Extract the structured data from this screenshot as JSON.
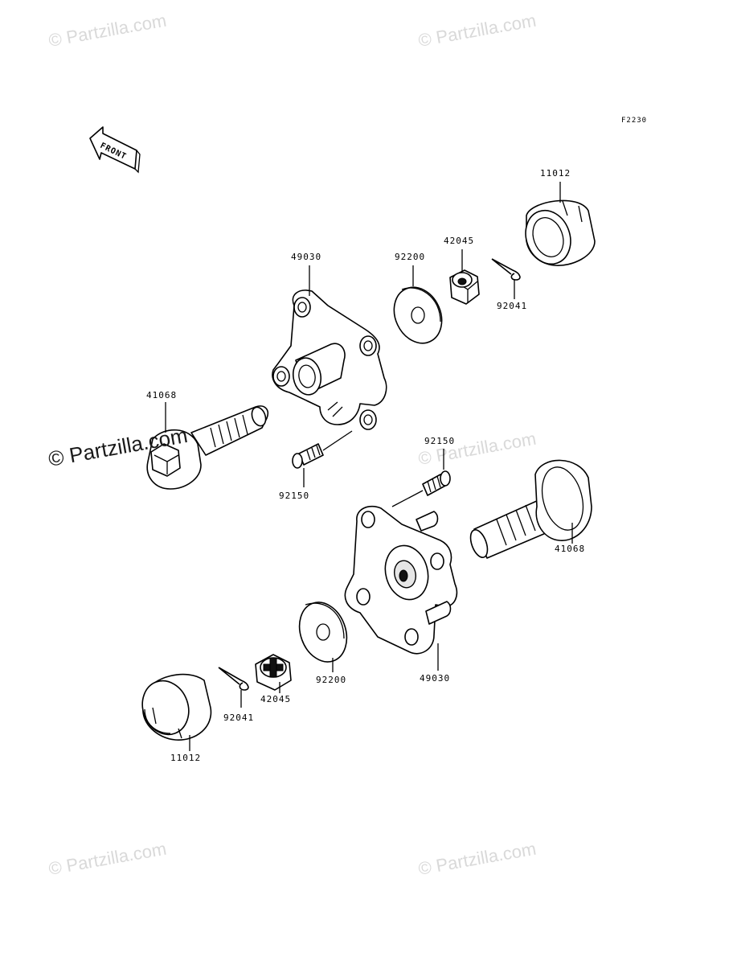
{
  "diagram": {
    "reference_code": "F2230",
    "front_indicator": "FRONT",
    "watermark": "© Partzilla.com",
    "watermark_main": "© Partzilla.com",
    "labels": {
      "cap_top": "11012",
      "cotter_pin_top": "92041",
      "nut_top": "42045",
      "washer_top": "92200",
      "hub_top": "49030",
      "axle_left": "41068",
      "stud_top": "92150",
      "stud_bottom": "92150",
      "axle_right": "41068",
      "hub_bottom": "49030",
      "washer_bottom": "92200",
      "nut_bottom": "42045",
      "cotter_pin_bottom": "92041",
      "cap_bottom": "11012"
    }
  }
}
